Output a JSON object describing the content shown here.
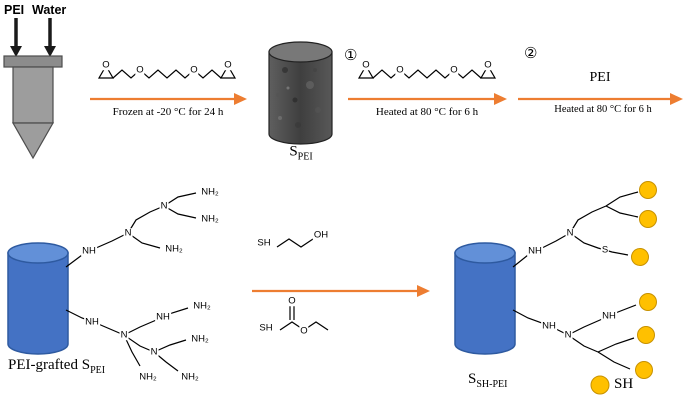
{
  "figure": {
    "description": "Synthesis scheme of SH-functionalized PEI-grafted sponge"
  },
  "inputs": {
    "pei": "PEI",
    "water": "Water"
  },
  "steps": {
    "s1": {
      "condition": "Frozen at -20 °C for 24 h"
    },
    "s2": {
      "badge": "①",
      "condition": "Heated at 80 °C for 6 h"
    },
    "s3": {
      "badge": "②",
      "reagent": "PEI",
      "condition": "Heated at 80 °C for 6 h"
    }
  },
  "labels": {
    "spei_base": "S",
    "spei_sub": "PEI",
    "left_product_base": "PEI-grafted S",
    "left_product_sub": "PEI",
    "right_product_base": "S",
    "right_product_sub": "SH-PEI",
    "legend_sh": "SH"
  },
  "atoms": {
    "o": "O",
    "n": "N",
    "nh": "NH",
    "nh2": "NH₂",
    "sh": "SH",
    "oh": "OH"
  },
  "colors": {
    "arrow_orange": "#ED7D31",
    "cylinder_blue": "#4472C4",
    "sh_yellow": "#FFC000",
    "tube_gray": "#9d9d9d",
    "spei_dark": "#454545"
  }
}
